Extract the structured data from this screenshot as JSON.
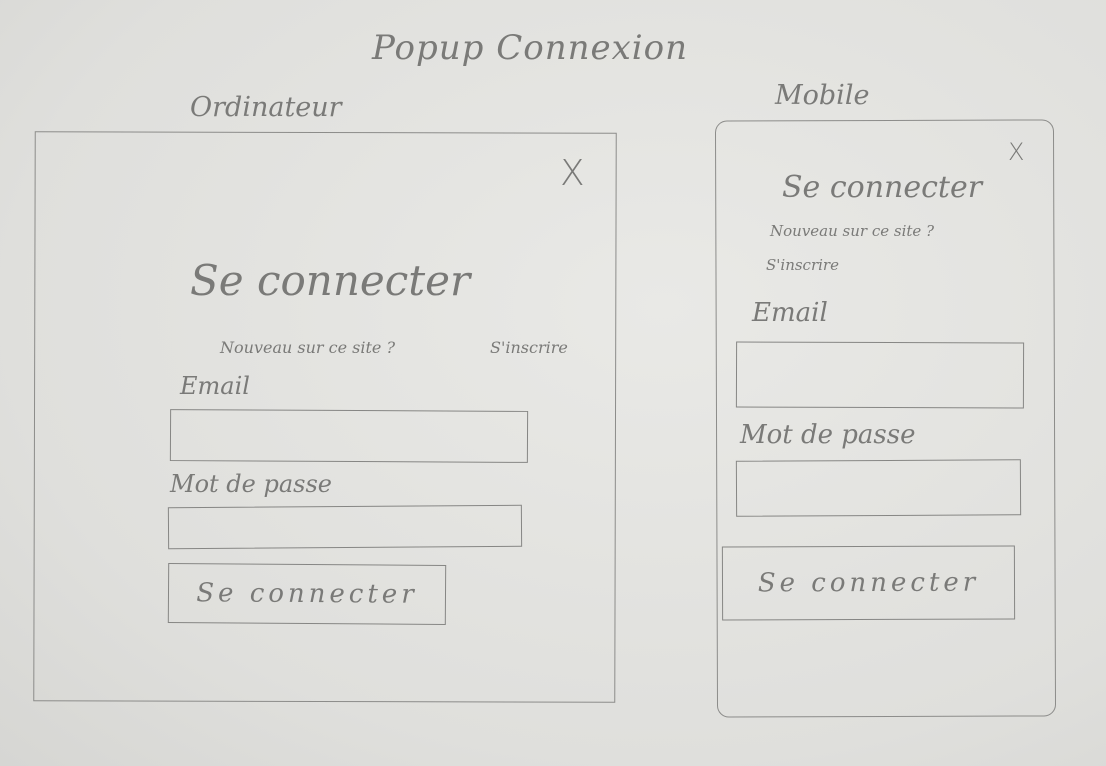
{
  "title": "Popup Connexion",
  "desktop": {
    "label": "Ordinateur",
    "close": "X",
    "heading": "Se connecter",
    "new_question": "Nouveau sur ce site ?",
    "signup": "S'inscrire",
    "email_label": "Email",
    "password_label": "Mot de passe",
    "button": "Se connecter"
  },
  "mobile": {
    "label": "Mobile",
    "close": "X",
    "heading": "Se connecter",
    "new_question": "Nouveau sur ce site ?",
    "signup": "S'inscrire",
    "email_label": "Email",
    "password_label": "Mot de passe",
    "button": "Se connecter"
  }
}
